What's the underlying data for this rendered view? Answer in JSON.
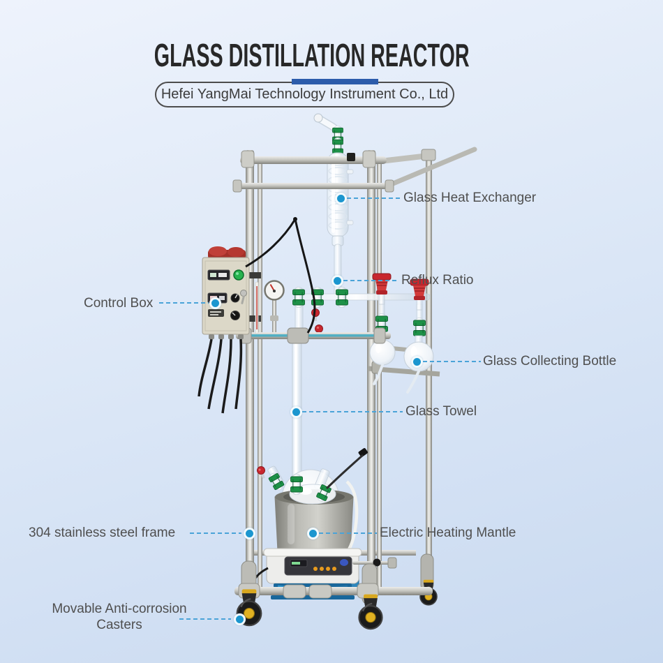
{
  "header": {
    "title": "GLASS DISTILLATION REACTOR",
    "company": "Hefei YangMai Technology Instrument Co., Ltd"
  },
  "colors": {
    "accent_bar": "#2c5cab",
    "pill_border": "#4c4c4c",
    "title_text": "#282828",
    "company_text": "#3c3c3c",
    "label_text": "#4f4f4f",
    "callout_line": "#4aa3d8",
    "callout_dot": "#1b96cf",
    "background_top": "#eef3fc",
    "background_bottom": "#c8d9f0"
  },
  "callouts": [
    {
      "label": "Glass Heat Exchanger",
      "side": "right"
    },
    {
      "label": "Reflux Ratio",
      "side": "right"
    },
    {
      "label": "Control Box",
      "side": "left"
    },
    {
      "label": "Glass Collecting Bottle",
      "side": "right"
    },
    {
      "label": "Glass Towel",
      "side": "right"
    },
    {
      "label": "304 stainless steel frame",
      "side": "left"
    },
    {
      "label": "Electric Heating Mantle",
      "side": "right"
    },
    {
      "label": "Movable Anti-corrosion Casters",
      "side": "left"
    }
  ]
}
